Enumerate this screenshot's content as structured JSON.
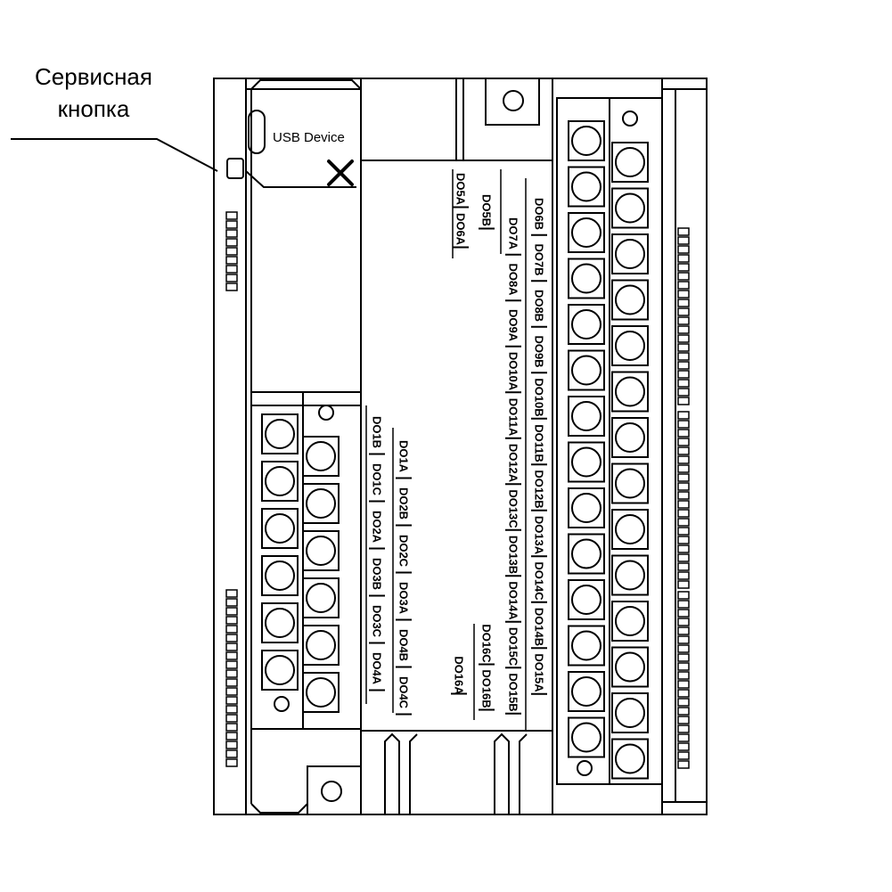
{
  "callout": {
    "line1": "Сервисная",
    "line2": "кнопка"
  },
  "usb_label": "USB Device",
  "left_block_labels": {
    "col1": [
      "DO1B",
      "DO1C",
      "DO2A",
      "DO3B",
      "DO3C",
      "DO4A"
    ],
    "col2": [
      "DO1A",
      "DO2B",
      "DO2C",
      "DO3A",
      "DO4B",
      "DO4C"
    ]
  },
  "right_block_labels": {
    "colA": [
      "DO5A",
      "DO6A"
    ],
    "colB": [
      "DO5B"
    ],
    "colC": [
      "DO7A",
      "DO8A",
      "DO9A",
      "DO10A",
      "DO11A",
      "DO12A",
      "DO13C",
      "DO13B",
      "DO14A",
      "DO15C",
      "DO15B"
    ],
    "colD": [
      "DO6B",
      "DO7B",
      "DO8B",
      "DO9B",
      "DO10B",
      "DO11B",
      "DO12B",
      "DO13A",
      "DO14C",
      "DO14B",
      "DO15A"
    ],
    "colE": [
      "DO16A"
    ],
    "colF": [
      "DO16C",
      "DO16B"
    ]
  },
  "icons": {
    "usb": "usb-port-icon",
    "tool": "wrench-screwdriver-icon",
    "service_button": "service-button-icon"
  },
  "colors": {
    "line": "#000000",
    "background": "#ffffff"
  }
}
